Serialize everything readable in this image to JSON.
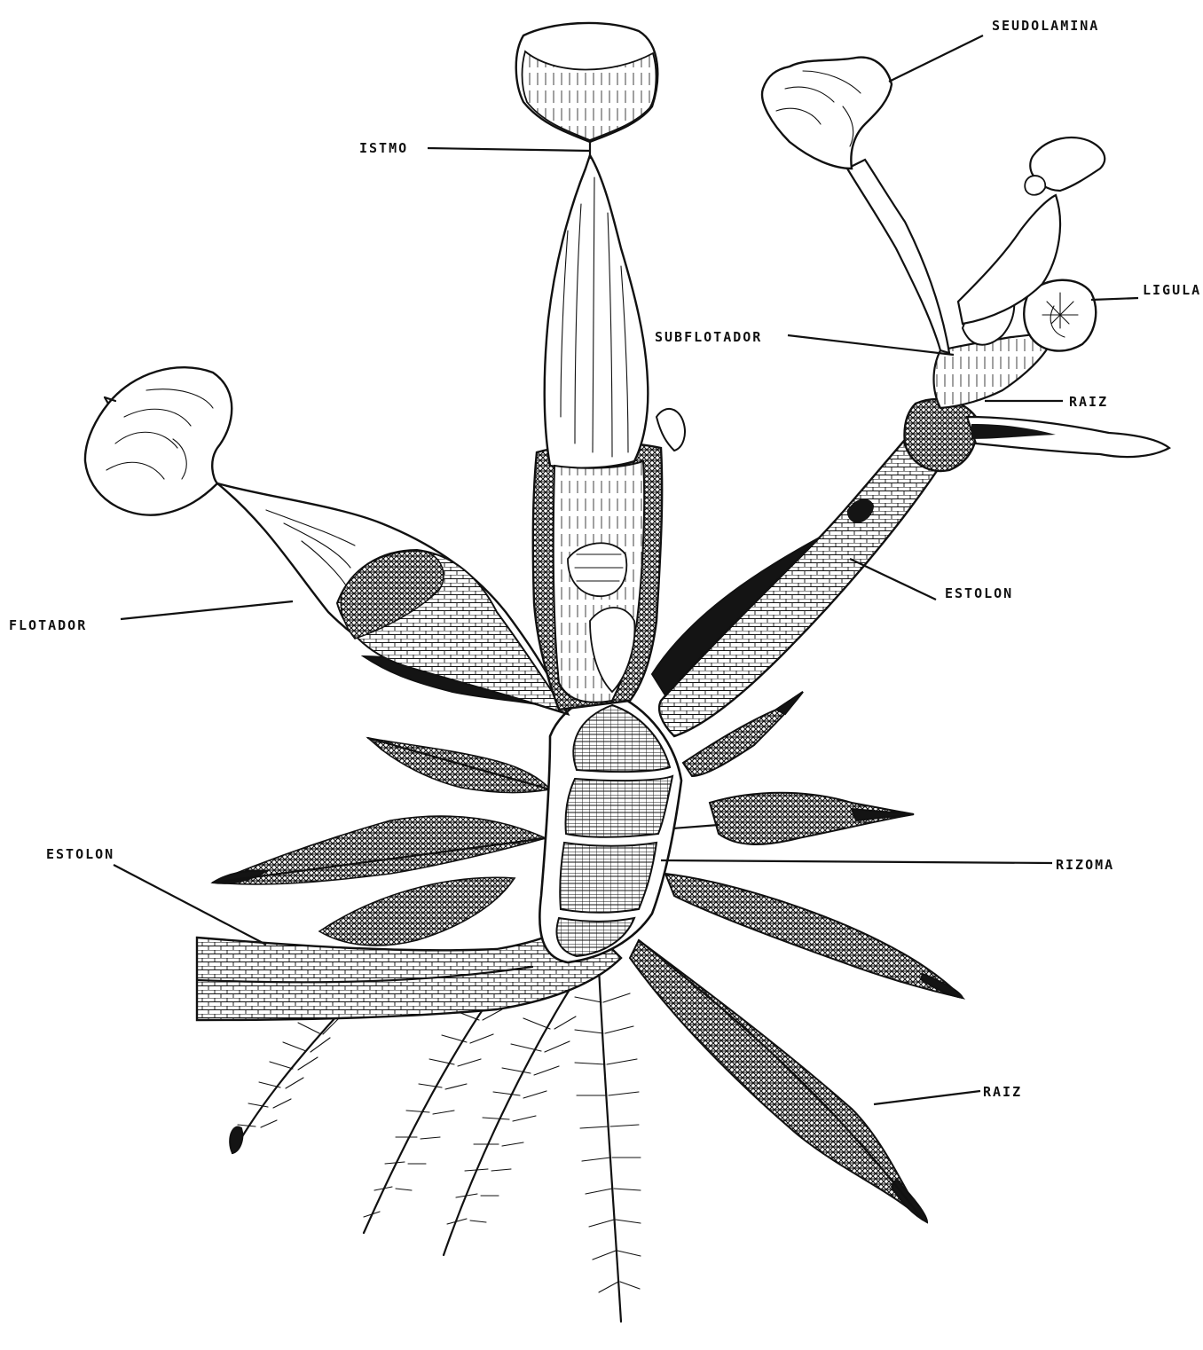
{
  "labels": {
    "seudolamina": "SEUDOLAMINA",
    "istmo": "ISTMO",
    "ligula": "LIGULA",
    "subflotador": "SUBFLOTADOR",
    "raiz_upper": "RAIZ",
    "estolon_right": "ESTOLON",
    "flotador": "FLOTADOR",
    "estolon_left": "ESTOLON",
    "rizoma": "RIZOMA",
    "raiz_lower": "RAIZ"
  },
  "colors": {
    "ink": "#111111",
    "paper": "#ffffff"
  }
}
